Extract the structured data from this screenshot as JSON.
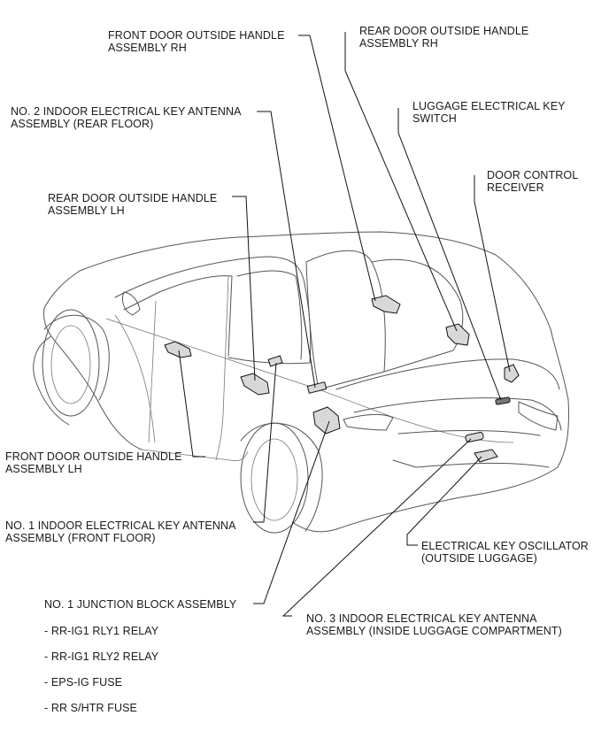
{
  "labels": {
    "front_door_rh": [
      "FRONT DOOR OUTSIDE HANDLE",
      "ASSEMBLY RH"
    ],
    "rear_door_rh": [
      "REAR DOOR OUTSIDE HANDLE",
      "ASSEMBLY RH"
    ],
    "no2_antenna": [
      "NO. 2 INDOOR ELECTRICAL KEY ANTENNA",
      "ASSEMBLY (REAR FLOOR)"
    ],
    "luggage_switch": [
      "LUGGAGE ELECTRICAL KEY",
      "SWITCH"
    ],
    "door_receiver": [
      "DOOR CONTROL",
      "RECEIVER"
    ],
    "rear_door_lh": [
      "REAR DOOR OUTSIDE HANDLE",
      "ASSEMBLY LH"
    ],
    "front_door_lh": [
      "FRONT DOOR OUTSIDE HANDLE",
      "ASSEMBLY LH"
    ],
    "no1_antenna": [
      "NO. 1 INDOOR ELECTRICAL KEY ANTENNA",
      "ASSEMBLY (FRONT FLOOR)"
    ],
    "key_oscillator": [
      "ELECTRICAL KEY OSCILLATOR",
      "(OUTSIDE LUGGAGE)"
    ],
    "junction_block": [
      "NO. 1 JUNCTION  BLOCK ASSEMBLY"
    ],
    "no3_antenna": [
      "NO. 3 INDOOR ELECTRICAL KEY ANTENNA",
      "ASSEMBLY (INSIDE LUGGAGE COMPARTMENT)"
    ]
  },
  "junction_items": [
    "- RR-IG1 RLY1 RELAY",
    "- RR-IG1 RLY2 RELAY",
    "- EPS-IG FUSE",
    "- RR S/HTR FUSE"
  ]
}
